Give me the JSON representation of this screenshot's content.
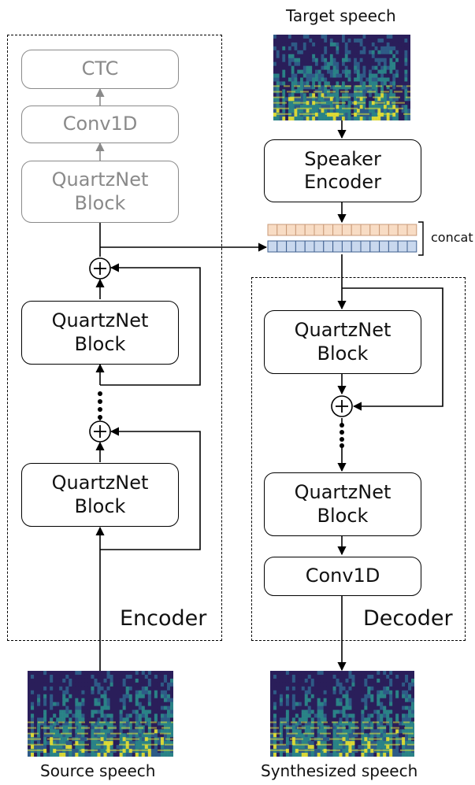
{
  "colors": {
    "stroke": "#000000",
    "inactive_stroke": "#8a8a8a",
    "embedding_top_fill": "#f8dcc4",
    "embedding_top_border": "#c99a78",
    "embedding_bottom_fill": "#c9d8ee",
    "embedding_bottom_border": "#3f5f8f",
    "spectrogram_dark": "#2a1e5a",
    "spectrogram_mid": "#2a8a8a",
    "spectrogram_bright": "#e6e434"
  },
  "encoder": {
    "label": "Encoder",
    "ctc_label": "CTC",
    "conv_label": "Conv1D",
    "top_block_label": "QuartzNet\nBlock",
    "block1_label": "QuartzNet\nBlock",
    "block2_label": "QuartzNet\nBlock"
  },
  "decoder": {
    "label": "Decoder",
    "block1_label": "QuartzNet\nBlock",
    "block2_label": "QuartzNet\nBlock",
    "conv_label": "Conv1D"
  },
  "speaker_encoder": {
    "label": "Speaker\nEncoder"
  },
  "concat_label": "concat",
  "captions": {
    "target": "Target speech",
    "source": "Source speech",
    "synthesized": "Synthesized speech"
  },
  "icons": {
    "add": "circled-plus-icon",
    "ellipsis": "vertical-dots-icon"
  }
}
